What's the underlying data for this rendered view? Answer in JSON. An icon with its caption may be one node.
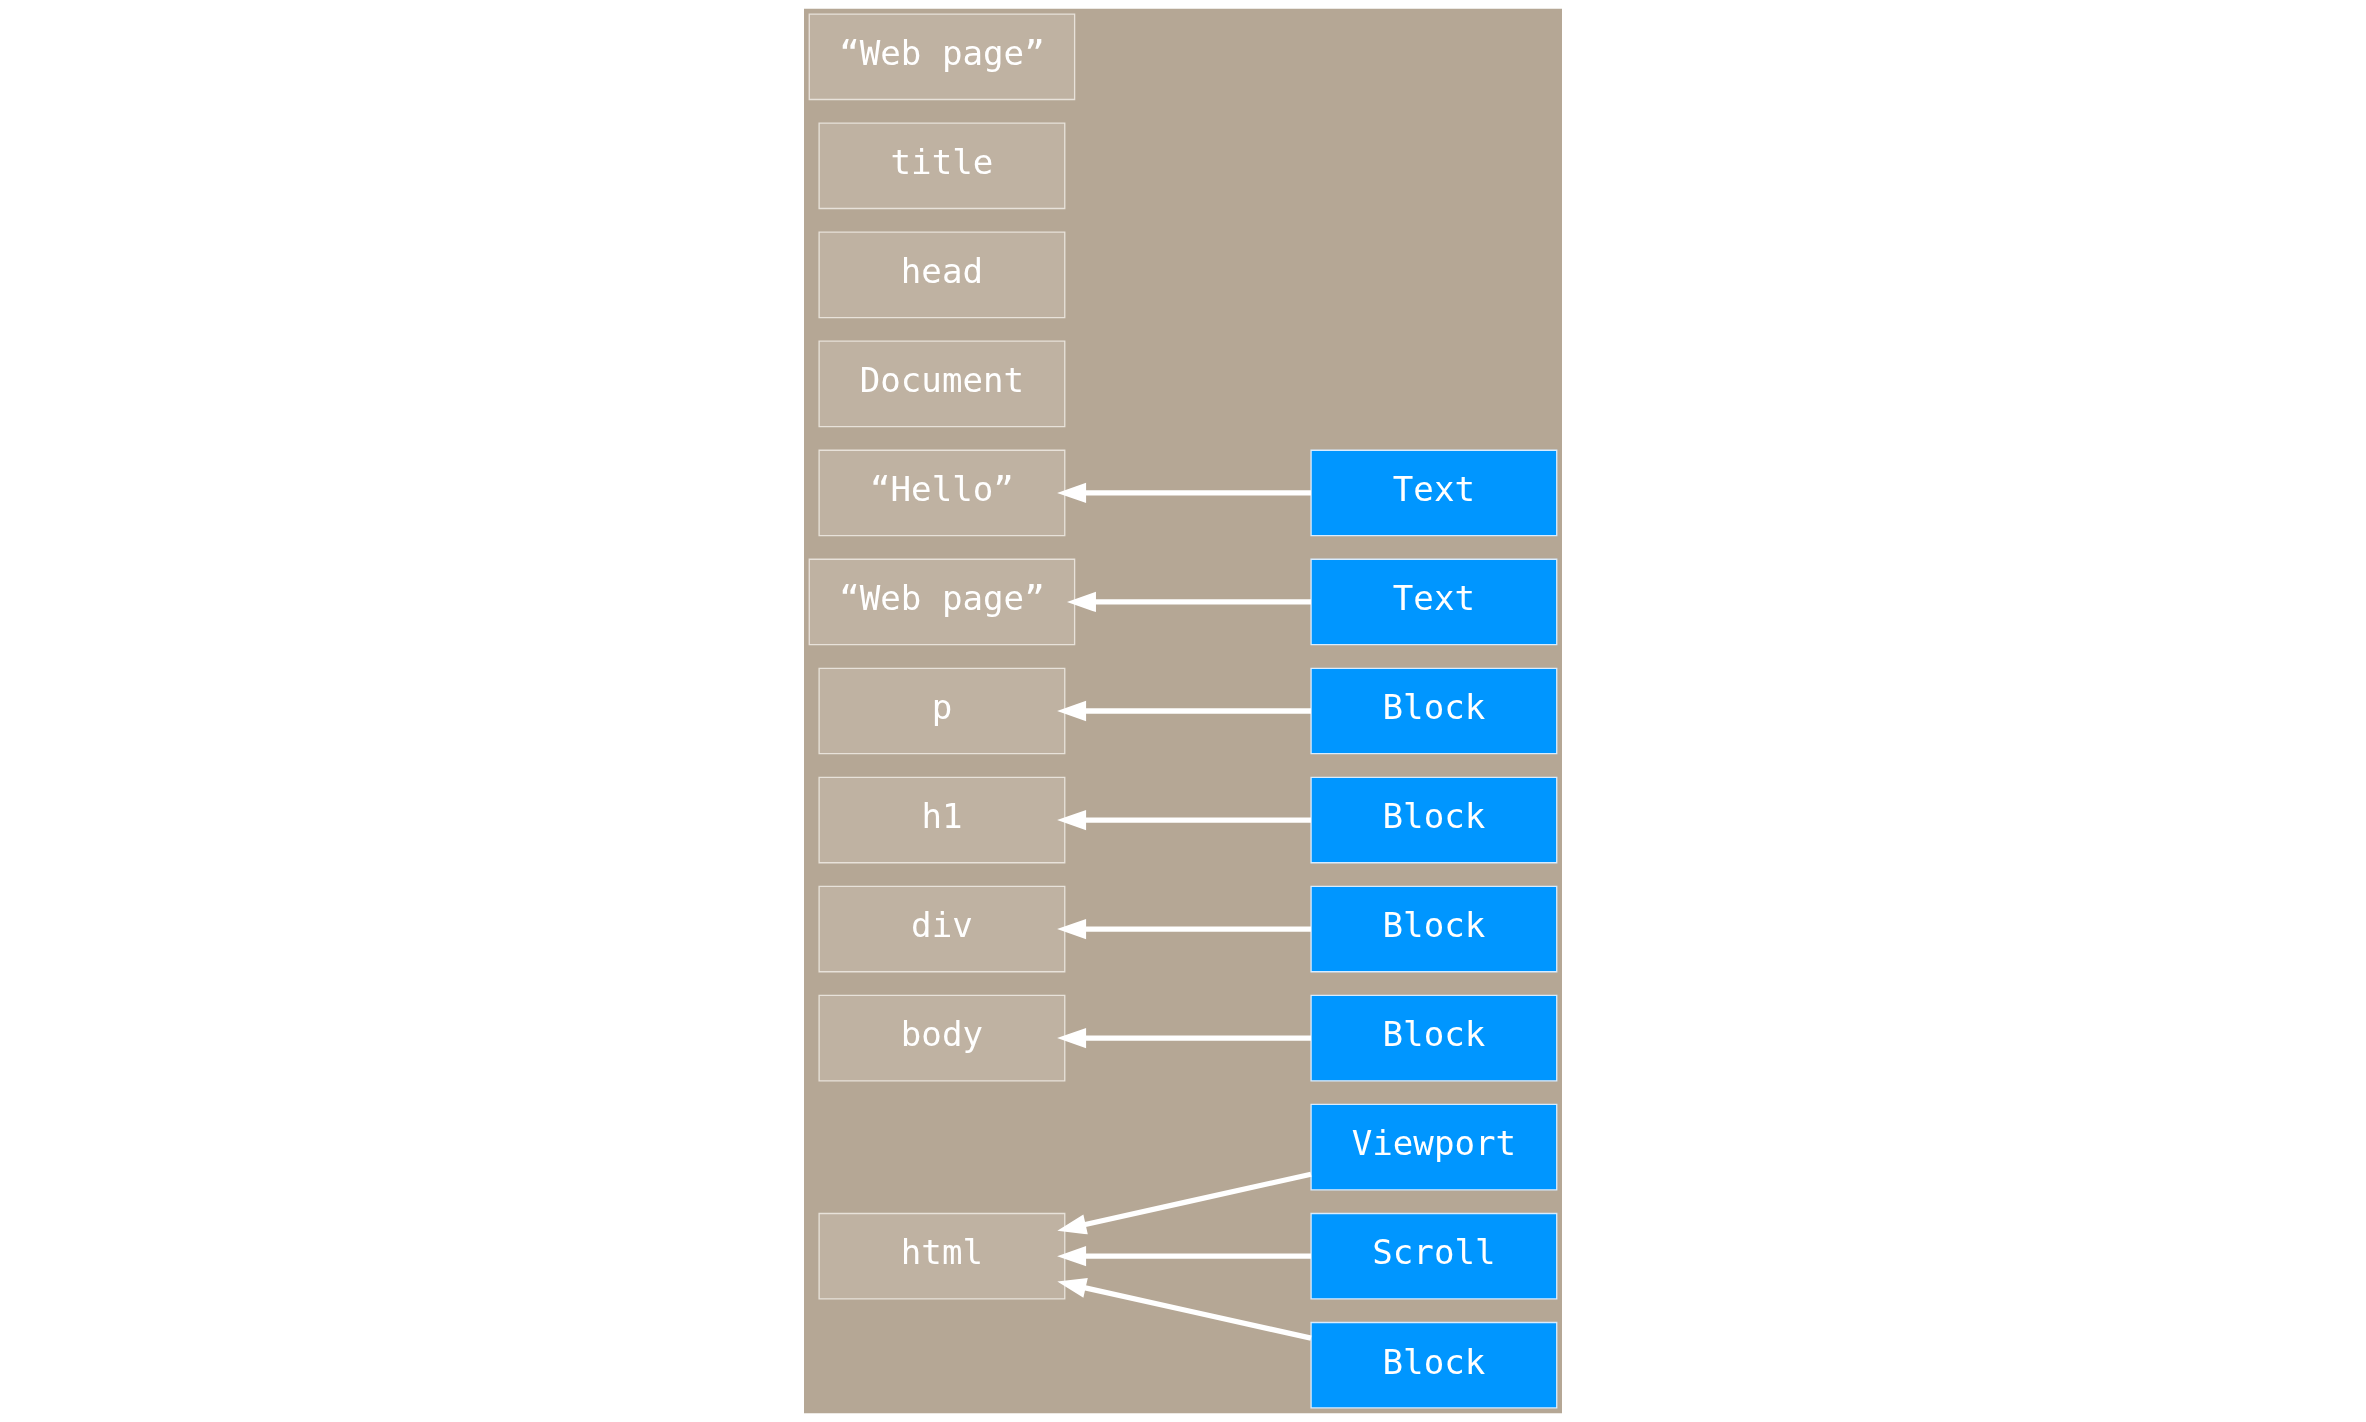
{
  "diagram": {
    "nodes": [
      {
        "text": [
          "Document"
        ]
      },
      {
        "text": [
          "Viewport"
        ]
      },
      {
        "text": [
          "html"
        ]
      },
      {
        "text": [
          "Scroll"
        ]
      },
      {
        "text": [
          "head"
        ]
      },
      {
        "text": [
          "body"
        ]
      },
      {
        "text": [
          "Block"
        ]
      },
      {
        "text": [
          "title"
        ]
      },
      {
        "text": [
          "div"
        ]
      },
      {
        "text": [
          "Block"
        ]
      },
      {
        "text": [
          "“Web page”"
        ]
      },
      {
        "text": [
          "h1"
        ]
      },
      {
        "text": [
          "p"
        ]
      },
      {
        "text": [
          "Block"
        ]
      },
      {
        "text": [
          "“Web page”"
        ]
      },
      {
        "text": [
          "“Hello”"
        ]
      },
      {
        "text": [
          "Block"
        ]
      },
      {
        "text": [
          "Block"
        ]
      },
      {
        "text": [
          "Text"
        ]
      },
      {
        "text": [
          "Text"
        ]
      }
    ],
    "edges": [
      {
        "from": 1,
        "to": 2,
        "arrow": "to"
      },
      {
        "from": 3,
        "to": 2,
        "arrow": "to"
      },
      {
        "from": 6,
        "to": 2,
        "arrow": "to"
      },
      {
        "from": 9,
        "to": 5,
        "arrow": "to"
      },
      {
        "from": 13,
        "to": 8,
        "arrow": "to"
      },
      {
        "from": 16,
        "to": 11,
        "arrow": "to"
      },
      {
        "from": 17,
        "to": 12,
        "arrow": "to"
      },
      {
        "from": 18,
        "to": 14,
        "arrow": "to"
      },
      {
        "from": 19,
        "to": 15,
        "arrow": "to"
      }
    ]
  }
}
